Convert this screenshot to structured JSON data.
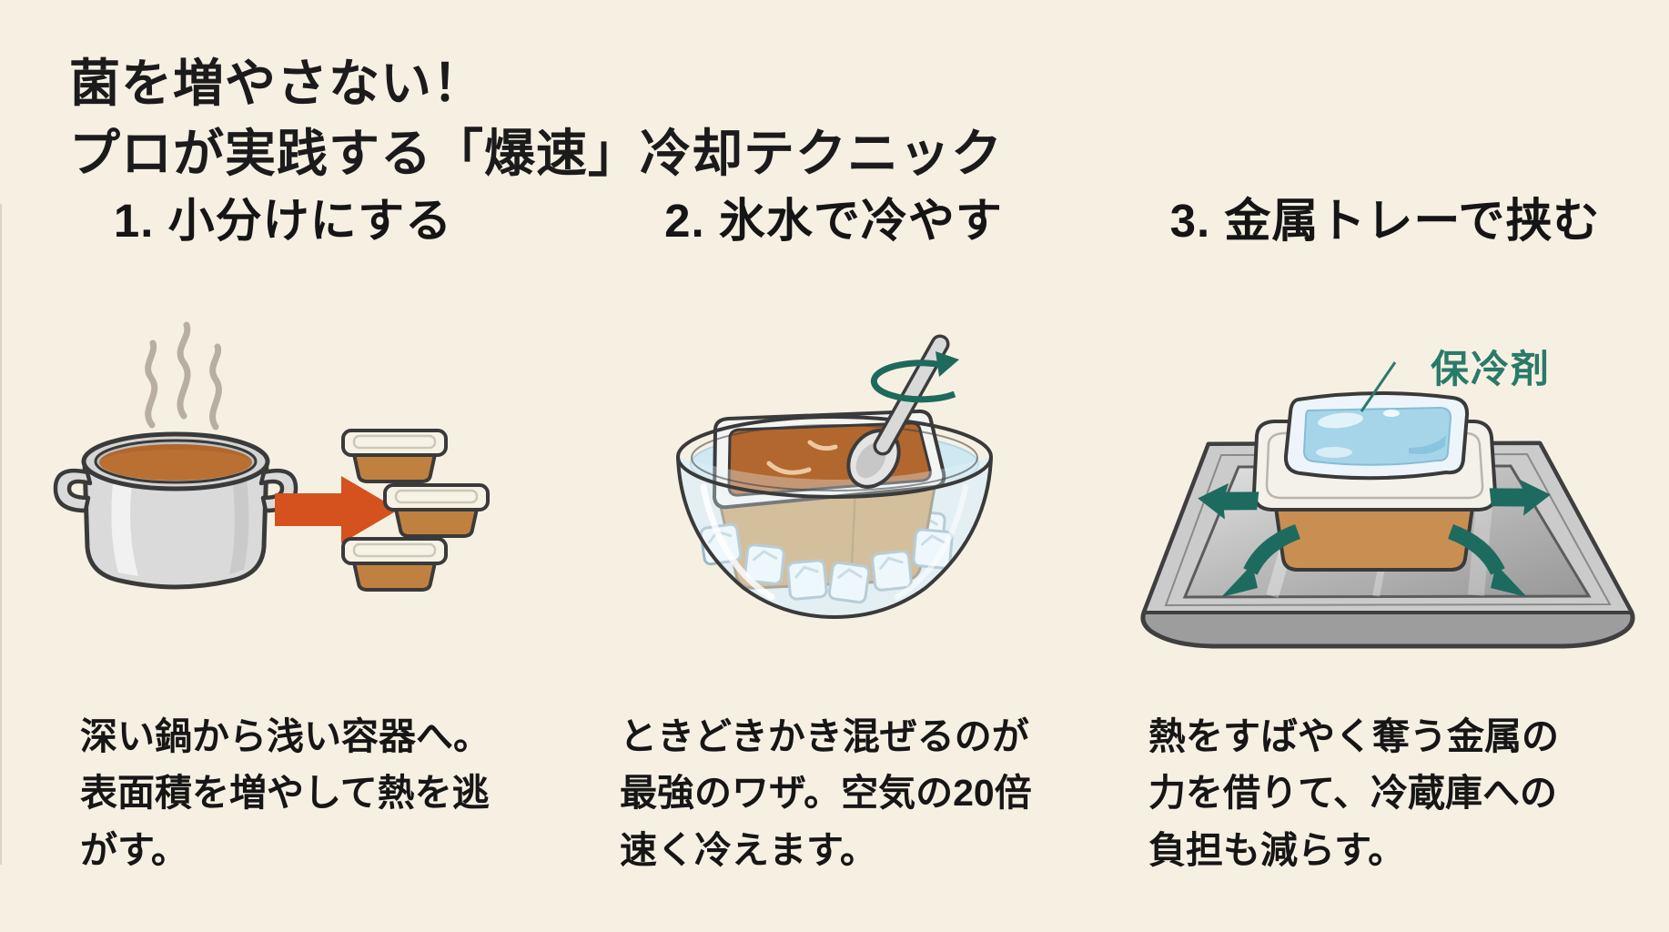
{
  "title": {
    "line1": "菌を増やさない！",
    "line2": "プロが実践する「爆速」冷却テクニック"
  },
  "steps": [
    {
      "heading": "1. 小分けにする",
      "description": "深い鍋から浅い容器へ。表面積を増やして熱を逃がす。",
      "desc_lines": [
        "深い鍋から浅い容器へ。",
        "表面積を増やして熱を逃",
        "がす。"
      ],
      "illustration": "steaming-pot-to-small-containers"
    },
    {
      "heading": "2. 氷水で冷やす",
      "description": "ときどきかき混ぜるのが最強のワザ。空気の20倍速く冷えます。",
      "desc_lines": [
        "ときどきかき混ぜるのが",
        "最強のワザ。空気の20倍",
        "速く冷えます。"
      ],
      "illustration": "container-in-ice-water-bath-with-spoon"
    },
    {
      "heading": "3. 金属トレーで挟む",
      "description": "熱をすばやく奪う金属の力を借りて、冷蔵庫への負担も減らす。",
      "desc_lines": [
        "熱をすばやく奪う金属の",
        "力を借りて、冷蔵庫への",
        "負担も減らす。"
      ],
      "illustration": "container-on-metal-tray-with-ice-pack",
      "callout_label": "保冷剤"
    }
  ],
  "colors": {
    "background": "#f6f0e3",
    "text": "#1b1b1b",
    "divider": "#dcd5c6",
    "arrow_red": "#d5511e",
    "teal": "#1d6b5e",
    "label_teal": "#2a7a6a",
    "soup_brown": "#ba7033",
    "container_brown": "#c0803f",
    "curry_brown": "#b2672e",
    "ice_pack_blue": "#a6d5ea",
    "metal_gray": "#cbcbcb"
  }
}
